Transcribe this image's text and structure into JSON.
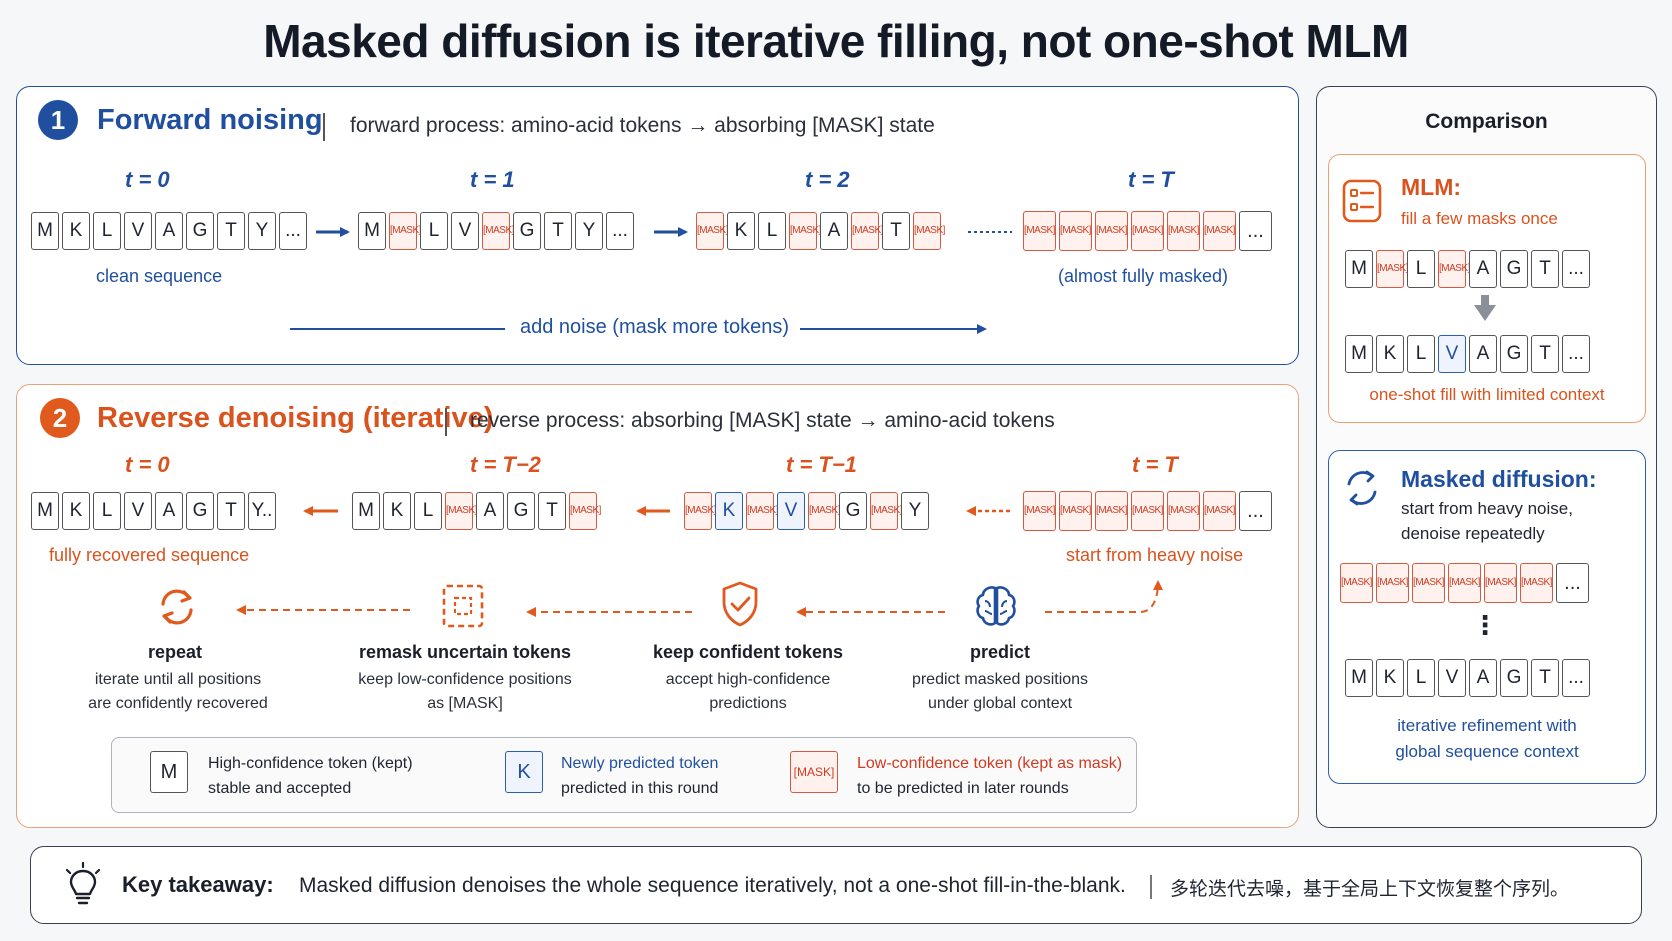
{
  "title": "Masked diffusion is iterative filling, not one-shot MLM",
  "colors": {
    "blue": "#1f4f9e",
    "orange": "#d9531e",
    "mask_red": "#cf3a20"
  },
  "forward": {
    "number": "1",
    "title": "Forward noising",
    "subtitle": "forward process: amino-acid tokens → absorbing [MASK] state",
    "t_labels": [
      "t = 0",
      "t = 1",
      "t = 2",
      "t = T"
    ],
    "seq0": [
      "M",
      "K",
      "L",
      "V",
      "A",
      "G",
      "T",
      "Y",
      "..."
    ],
    "seq1": [
      "M",
      "[MASK]",
      "L",
      "V",
      "[MASK]",
      "G",
      "T",
      "Y",
      "..."
    ],
    "seq2": [
      "[MASK]",
      "K",
      "L",
      "[MASK]",
      "A",
      "[MASK]",
      "T",
      "[MASK]"
    ],
    "seqT": [
      "[MASK]",
      "[MASK]",
      "[MASK]",
      "[MASK]",
      "[MASK]",
      "[MASK]",
      "..."
    ],
    "caption_left": "clean sequence",
    "caption_right": "(almost fully masked)",
    "arrow_label": "add noise (mask more tokens)"
  },
  "reverse": {
    "number": "2",
    "title": "Reverse denoising (iterative)",
    "subtitle": "reverse process: absorbing [MASK] state → amino-acid tokens",
    "t_labels": [
      "t = 0",
      "t = T−2",
      "t = T−1",
      "t = T"
    ],
    "seq0": [
      "M",
      "K",
      "L",
      "V",
      "A",
      "G",
      "T",
      "Y.."
    ],
    "seq_tm2": [
      "M",
      "K",
      "L",
      "[MASK]",
      "A",
      "G",
      "T",
      "[MASK]"
    ],
    "seq_tm1": [
      "[MASK]",
      "K",
      "[MASK]",
      "V",
      "[MASK]",
      "G",
      "[MASK]",
      "Y"
    ],
    "seqT": [
      "[MASK]",
      "[MASK]",
      "[MASK]",
      "[MASK]",
      "[MASK]",
      "[MASK]",
      "..."
    ],
    "caption_left": "fully recovered sequence",
    "caption_right": "start from heavy noise",
    "steps": [
      {
        "icon": "repeat-icon",
        "title": "repeat",
        "desc1": "iterate until all positions",
        "desc2": "are confidently recovered"
      },
      {
        "icon": "remask-icon",
        "title": "remask uncertain tokens",
        "desc1": "keep low-confidence positions",
        "desc2": "as [MASK]"
      },
      {
        "icon": "shield-check-icon",
        "title": "keep confident tokens",
        "desc1": "accept high-confidence",
        "desc2": "predictions"
      },
      {
        "icon": "brain-icon",
        "title": "predict",
        "desc1": "predict masked positions",
        "desc2": "under global context"
      }
    ],
    "legend": [
      {
        "token": "M",
        "line1": "High-confidence token (kept)",
        "line2": "stable and accepted"
      },
      {
        "token": "K",
        "line1": "Newly predicted token",
        "line2": "predicted in this round"
      },
      {
        "token": "[MASK]",
        "line1": "Low-confidence token (kept as mask)",
        "line2": "to be predicted in later rounds"
      }
    ]
  },
  "comparison": {
    "title": "Comparison",
    "mlm": {
      "icon": "list-icon",
      "heading": "MLM:",
      "sub": "fill a few masks once",
      "before": [
        "M",
        "[MASK]",
        "L",
        "[MASK]",
        "A",
        "G",
        "T",
        "..."
      ],
      "after": [
        "M",
        "K",
        "L",
        "V",
        "A",
        "G",
        "T",
        "..."
      ],
      "caption": "one-shot fill with limited context"
    },
    "md": {
      "icon": "cycle-icon",
      "heading": "Masked diffusion:",
      "sub1": "start from heavy noise,",
      "sub2": "denoise repeatedly",
      "before": [
        "[MASK]",
        "[MASK]",
        "[MASK]",
        "[MASK]",
        "[MASK]",
        "[MASK]",
        "..."
      ],
      "vdots": "⋮",
      "after": [
        "M",
        "K",
        "L",
        "V",
        "A",
        "G",
        "T",
        "..."
      ],
      "caption1": "iterative refinement with",
      "caption2": "global sequence context"
    }
  },
  "takeaway": {
    "icon": "lightbulb-icon",
    "label": "Key takeaway:",
    "text": "Masked diffusion denoises the whole sequence iteratively, not a one-shot fill-in-the-blank.",
    "text_cn": "多轮迭代去噪，基于全局上下文恢复整个序列。"
  }
}
